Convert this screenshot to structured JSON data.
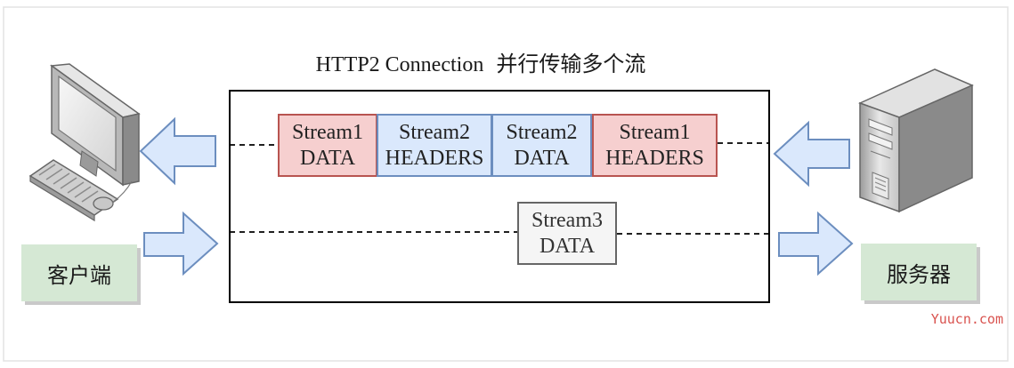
{
  "title": {
    "en": "HTTP2 Connection",
    "cn": "并行传输多个流"
  },
  "frames": {
    "f1": {
      "line1": "Stream1",
      "line2": "DATA"
    },
    "f2": {
      "line1": "Stream2",
      "line2": "HEADERS"
    },
    "f3": {
      "line1": "Stream2",
      "line2": "DATA"
    },
    "f4": {
      "line1": "Stream1",
      "line2": "HEADERS"
    },
    "f5": {
      "line1": "Stream3",
      "line2": "DATA"
    }
  },
  "client_label": "客户端",
  "server_label": "服务器",
  "watermark": "Yuucn.com",
  "colors": {
    "frame_red_fill": "#f6cfcf",
    "frame_red_border": "#b85450",
    "frame_blue_fill": "#dae8fc",
    "frame_blue_border": "#6c8ebf",
    "frame_gray_fill": "#f5f5f5",
    "frame_gray_border": "#666666",
    "arrow_fill": "#dae8fc",
    "arrow_border": "#6c8ebf",
    "label_fill": "#d5e8d4"
  },
  "icons": [
    "desktop-computer-icon",
    "server-tower-icon",
    "arrow-left-icon",
    "arrow-right-icon"
  ]
}
